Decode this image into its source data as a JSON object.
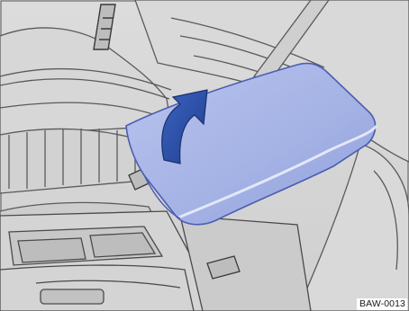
{
  "illustration": {
    "reference_code": "BAW-0013",
    "subject": "center-armrest",
    "arrow_direction": "up",
    "colors": {
      "background": "#e6e6e6",
      "line": "#3a3a3a",
      "armrest_fill": "#a9b6e6",
      "armrest_edge": "#4a5fb0",
      "arrow_fill": "#2c4fa6"
    }
  }
}
